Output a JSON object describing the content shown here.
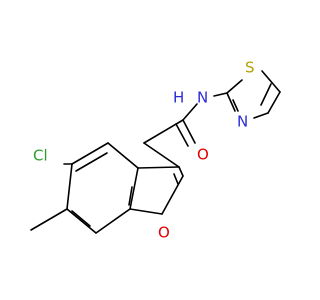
{
  "molecule": {
    "atoms": {
      "chlorine": {
        "label": "Cl",
        "color": "#2ca02c"
      },
      "amide_oxygen": {
        "label": "O",
        "color": "#e00000"
      },
      "amide_nitrogen": {
        "label": "N",
        "color": "#2b2bd6"
      },
      "amide_hydrogen": {
        "label": "H",
        "color": "#2b2bd6"
      },
      "thiazole_sulfur": {
        "label": "S",
        "color": "#b3a100"
      },
      "thiazole_nitrogen": {
        "label": "N",
        "color": "#2b2bd6"
      },
      "furan_oxygen": {
        "label": "O",
        "color": "#e00000"
      }
    }
  }
}
